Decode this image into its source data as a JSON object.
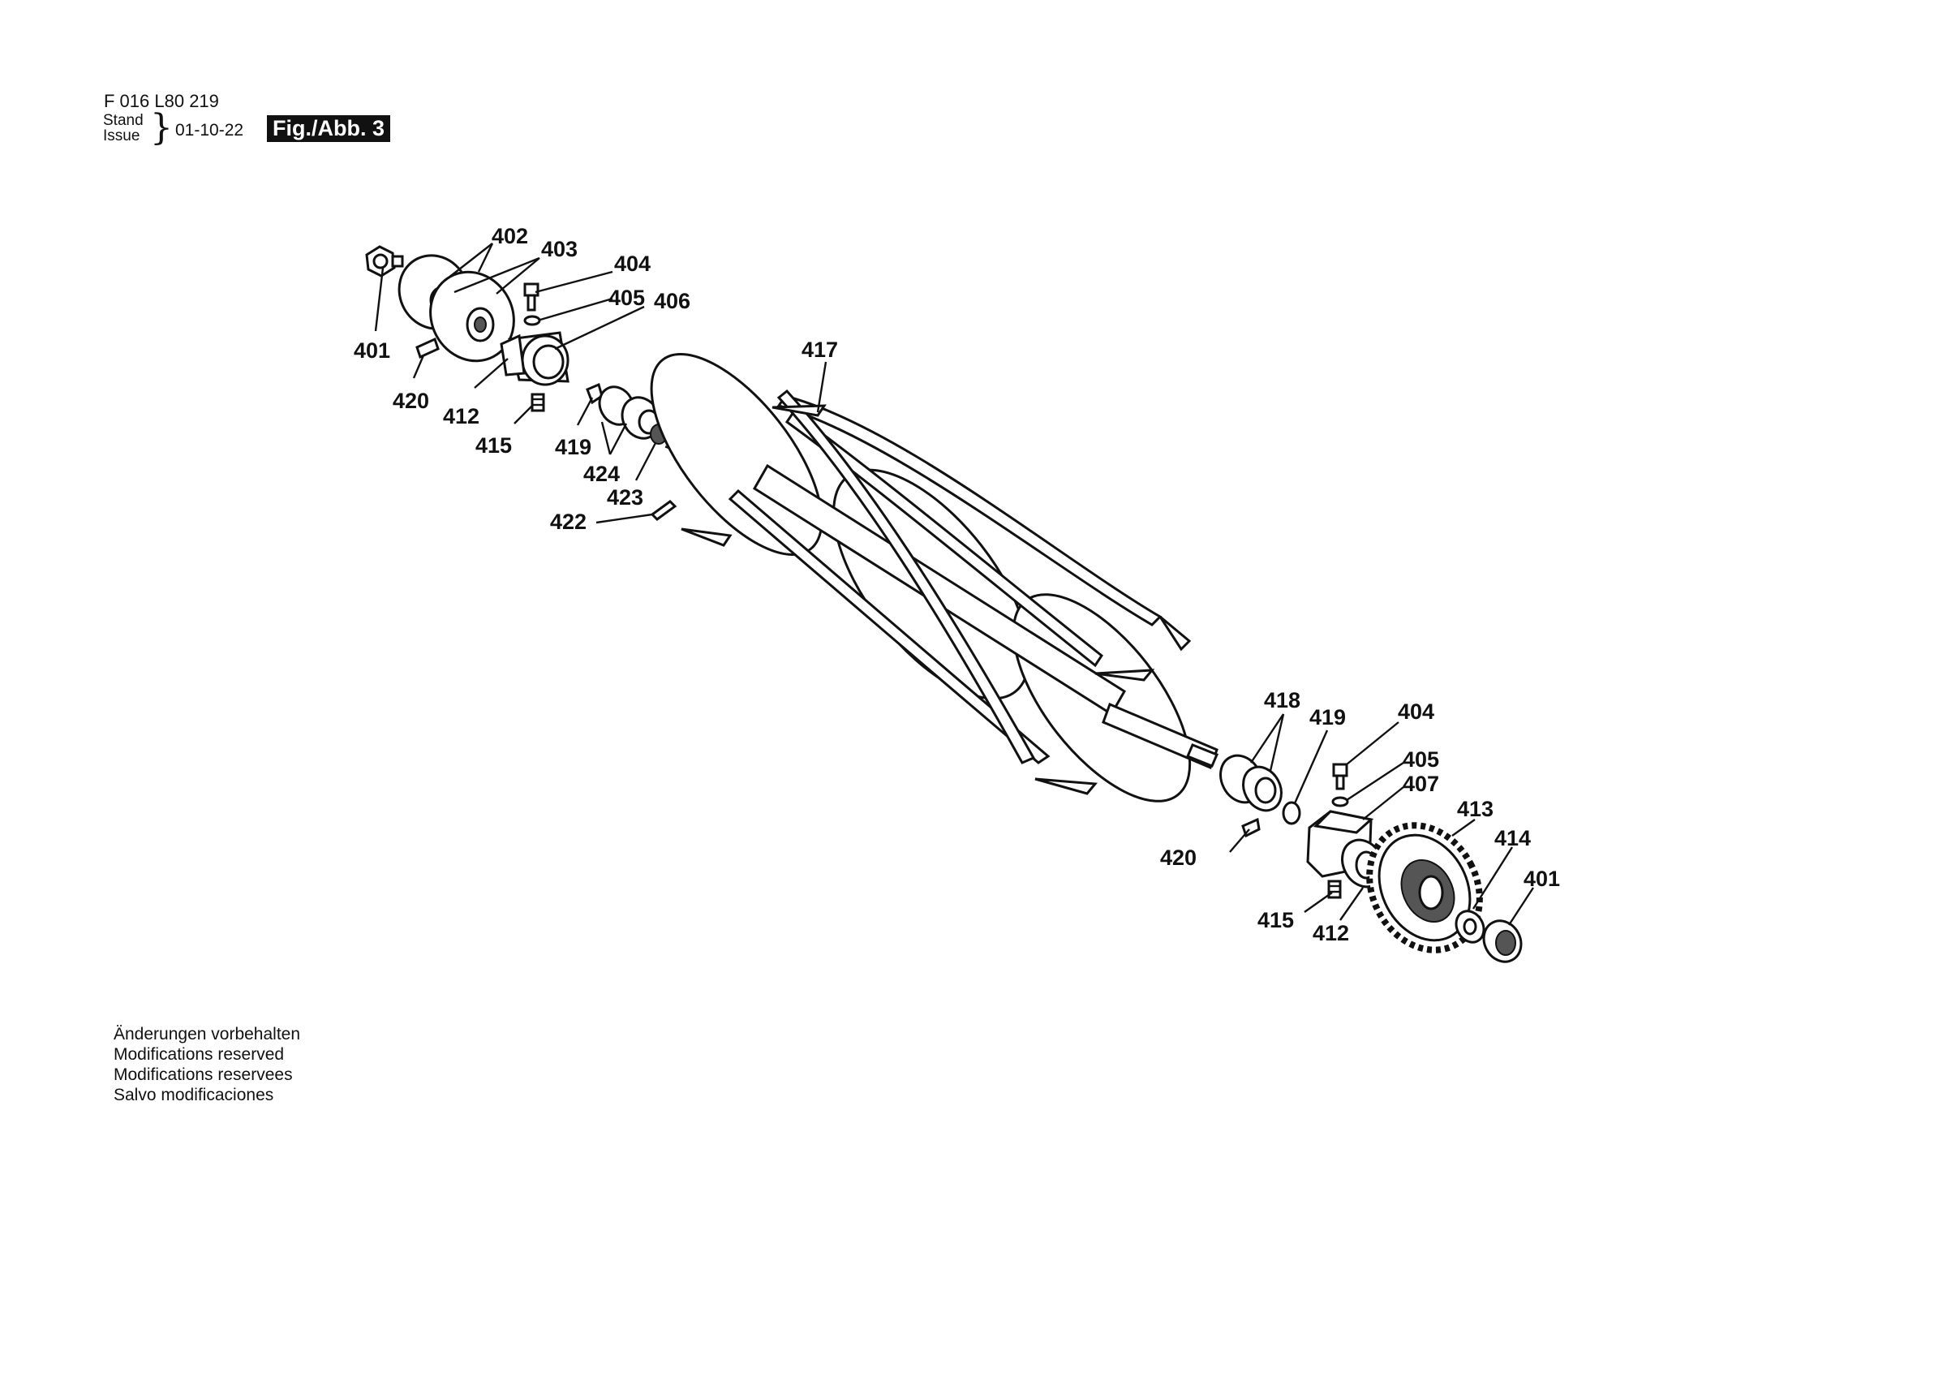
{
  "header": {
    "part_number": "F 016 L80 219",
    "stand_label": "Stand",
    "issue_label": "Issue",
    "brace": "}",
    "date": "01-10-22",
    "figure_label": "Fig./Abb. 3"
  },
  "notes": [
    "Änderungen vorbehalten",
    "Modifications reserved",
    "Modifications reservees",
    "Salvo modificaciones"
  ],
  "callouts": [
    {
      "id": "c402",
      "text": "402"
    },
    {
      "id": "c403",
      "text": "403"
    },
    {
      "id": "c404a",
      "text": "404"
    },
    {
      "id": "c405a",
      "text": "405"
    },
    {
      "id": "c406",
      "text": "406"
    },
    {
      "id": "c401a",
      "text": "401"
    },
    {
      "id": "c420a",
      "text": "420"
    },
    {
      "id": "c412a",
      "text": "412"
    },
    {
      "id": "c415a",
      "text": "415"
    },
    {
      "id": "c419a",
      "text": "419"
    },
    {
      "id": "c424",
      "text": "424"
    },
    {
      "id": "c423",
      "text": "423"
    },
    {
      "id": "c422",
      "text": "422"
    },
    {
      "id": "c417",
      "text": "417"
    },
    {
      "id": "c418",
      "text": "418"
    },
    {
      "id": "c419b",
      "text": "419"
    },
    {
      "id": "c404b",
      "text": "404"
    },
    {
      "id": "c405b",
      "text": "405"
    },
    {
      "id": "c407",
      "text": "407"
    },
    {
      "id": "c413",
      "text": "413"
    },
    {
      "id": "c414",
      "text": "414"
    },
    {
      "id": "c401b",
      "text": "401"
    },
    {
      "id": "c420b",
      "text": "420"
    },
    {
      "id": "c415b",
      "text": "415"
    },
    {
      "id": "c412b",
      "text": "412"
    }
  ]
}
